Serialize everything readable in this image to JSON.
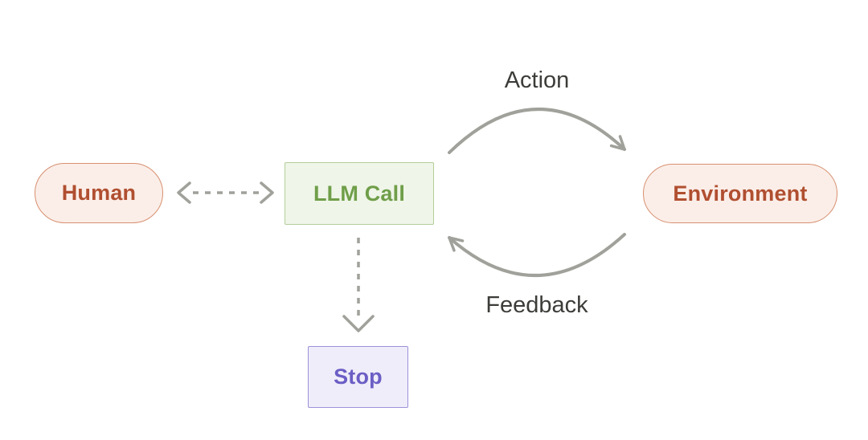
{
  "diagram": {
    "title": "LLM agent loop diagram",
    "nodes": {
      "human": {
        "label": "Human"
      },
      "llm_call": {
        "label": "LLM Call"
      },
      "environment": {
        "label": "Environment"
      },
      "stop": {
        "label": "Stop"
      }
    },
    "edges": {
      "action": {
        "label": "Action",
        "from": "llm_call",
        "to": "environment",
        "style": "solid-curved"
      },
      "feedback": {
        "label": "Feedback",
        "from": "environment",
        "to": "llm_call",
        "style": "solid-curved"
      },
      "human_llm": {
        "from": "human",
        "to": "llm_call",
        "style": "dashed-double-headed"
      },
      "llm_stop": {
        "from": "llm_call",
        "to": "stop",
        "style": "dashed"
      }
    },
    "colors": {
      "background": "#ffffff",
      "terracotta_text": "#b04f30",
      "terracotta_border": "#d78f6f",
      "terracotta_fill": "#fbeee8",
      "green_text": "#6f9e49",
      "green_border": "#b3cd97",
      "green_fill": "#eff5e8",
      "purple_text": "#6b5ec5",
      "purple_border": "#9c91da",
      "purple_fill": "#efedf9",
      "arrow_gray": "#a1a19b",
      "label_text": "#3c3c39"
    }
  }
}
